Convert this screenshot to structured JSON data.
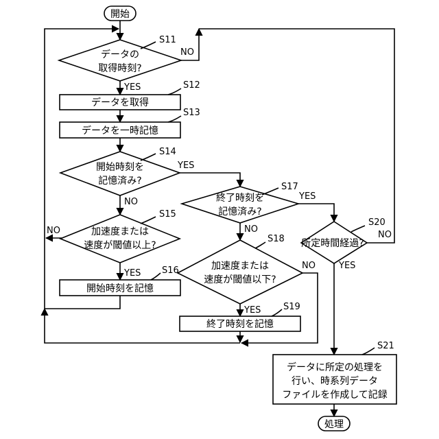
{
  "terminals": {
    "start": "開始",
    "end": "処理"
  },
  "steps": {
    "s11": {
      "id": "S11",
      "lines": [
        "データの",
        "取得時刻?"
      ],
      "no": "NO",
      "yes": "YES"
    },
    "s12": {
      "id": "S12",
      "label": "データを取得"
    },
    "s13": {
      "id": "S13",
      "label": "データを一時記憶"
    },
    "s14": {
      "id": "S14",
      "lines": [
        "開始時刻を",
        "記憶済み?"
      ],
      "yes": "YES",
      "no": "NO"
    },
    "s15": {
      "id": "S15",
      "lines": [
        "加速度または",
        "速度が閾値以上?"
      ],
      "no": "NO",
      "yes": "YES"
    },
    "s16": {
      "id": "S16",
      "label": "開始時刻を記憶"
    },
    "s17": {
      "id": "S17",
      "lines": [
        "終了時刻を",
        "記憶済み?"
      ],
      "yes": "YES",
      "no": "NO"
    },
    "s18": {
      "id": "S18",
      "lines": [
        "加速度または",
        "速度が閾値以下?"
      ],
      "no": "NO",
      "yes": "YES"
    },
    "s19": {
      "id": "S19",
      "label": "終了時刻を記憶"
    },
    "s20": {
      "id": "S20",
      "label": "所定時間経過?",
      "no": "NO",
      "yes": "YES"
    },
    "s21": {
      "id": "S21",
      "lines": [
        "データに所定の処理を",
        "行い、時系列データ",
        "ファイルを作成して記録"
      ]
    }
  }
}
